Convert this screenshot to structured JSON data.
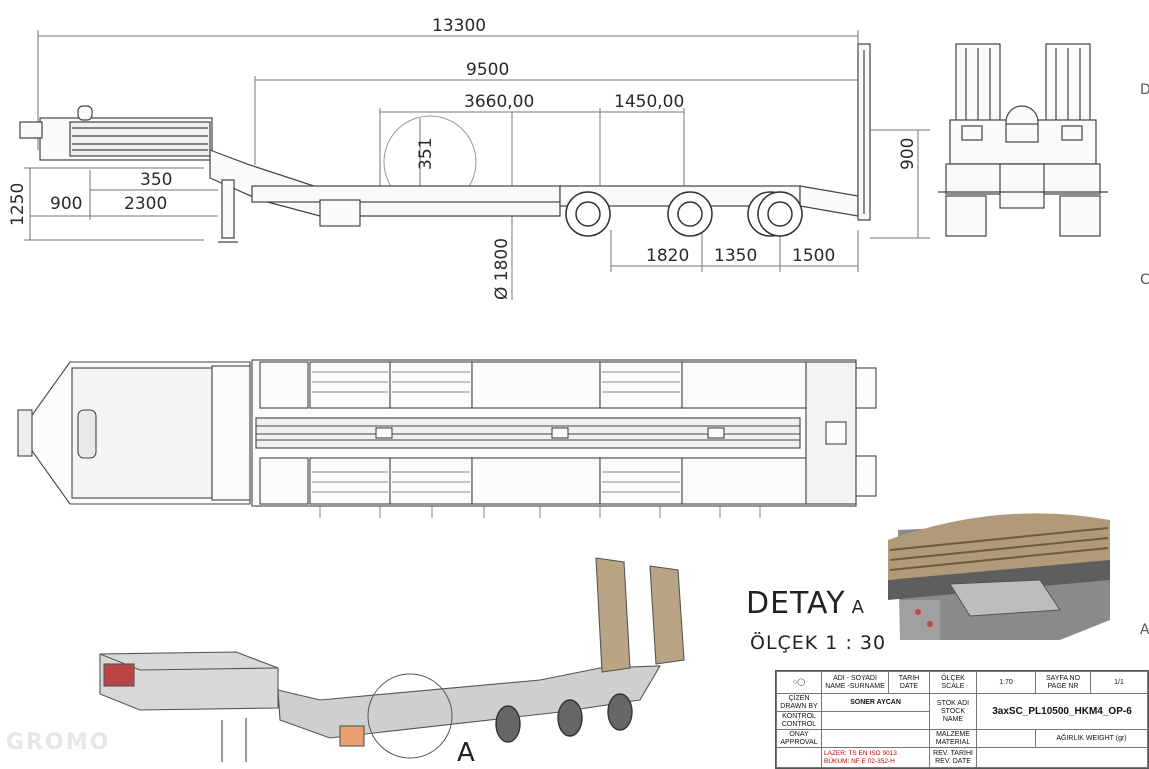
{
  "side_view": {
    "dim_overall_length": "13300",
    "dim_deck": "9500",
    "dim_3660": "3660,00",
    "dim_1450": "1450,00",
    "dim_351": "351",
    "dim_350": "350",
    "dim_900": "900",
    "dim_2300": "2300",
    "dim_1250": "1250",
    "dim_diameter": "Ø 1800",
    "dim_1820": "1820",
    "dim_1350": "1350",
    "dim_1500": "1500"
  },
  "rear_view": {
    "dim_900": "900"
  },
  "detail": {
    "title": "DETAY",
    "title_suffix": "A",
    "scale": "ÖLÇEK  1 : 30",
    "section_marker": "A"
  },
  "watermark": "GROMO",
  "edge_letters": [
    "D",
    "C",
    "A"
  ],
  "title_block": {
    "name_surname": "ADI - SOYADI NAME -SURNAME",
    "date": "TARIH DATE",
    "scale_label": "ÖLÇEK SCALE",
    "scale_value": "1:70",
    "page_no": "SAYFA NO PAGE NR",
    "page_value": "1/1",
    "drawn_by": "ÇİZEN DRAWN BY",
    "drawer": "SONER AYCAN",
    "stock_name": "STOK ADI STOCK NAME",
    "stock_value": "3axSC_PL10500_HKM4_OP-6",
    "control": "KONTROL CONTROL",
    "approval": "ONAY APPROVAL",
    "material": "MALZEME MATERIAL",
    "weight": "AĞIRLIK WEIGHT (gr)",
    "laser": "LAZER: TS EN ISO 9013",
    "bending": "BÜKUM: NF E 02-352-H",
    "rev_date": "REV. TARİHİ REV. DATE"
  }
}
